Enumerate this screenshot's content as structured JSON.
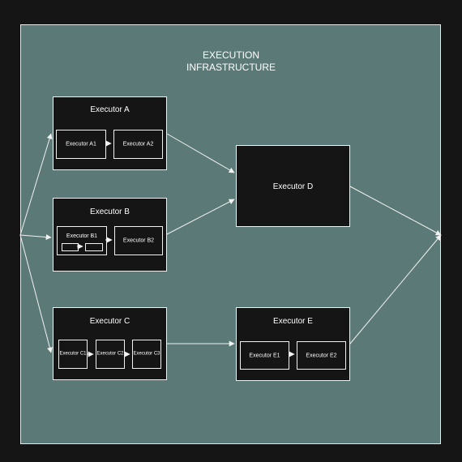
{
  "diagram": {
    "title_lines": [
      "EXECUTION",
      "INFRASTRUCTURE"
    ],
    "executor_a": {
      "label": "Executor A",
      "subs": [
        "Executor A1",
        "Executor A2"
      ]
    },
    "executor_b": {
      "label": "Executor B",
      "subs": [
        "Executor B1",
        "Executor B2"
      ]
    },
    "executor_c": {
      "label": "Executor C",
      "subs": [
        "Executor C1",
        "Executor C2",
        "Executor C3"
      ]
    },
    "executor_d": {
      "label": "Executor D"
    },
    "executor_e": {
      "label": "Executor E",
      "subs": [
        "Executor E1",
        "Executor E2"
      ]
    }
  },
  "colors": {
    "background": "#151515",
    "canvas": "#5b7a77",
    "box_fill": "#151515",
    "stroke": "#f2f2f2",
    "text": "#ffffff"
  }
}
